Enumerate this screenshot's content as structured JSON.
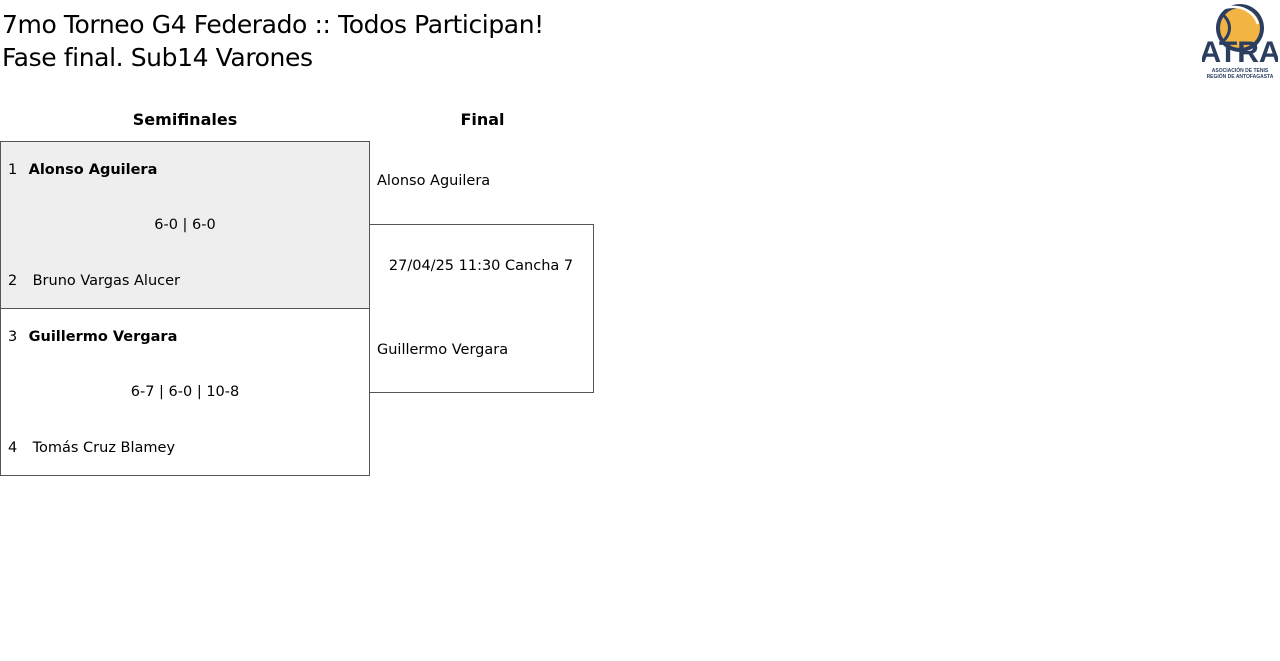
{
  "header": {
    "title_line1": "7mo Torneo G4 Federado :: Todos Participan!",
    "title_line2": "Fase final. Sub14 Varones"
  },
  "logo": {
    "text": "ATRA",
    "subtext_line1": "ASOCIACIÓN DE TENIS",
    "subtext_line2": "REGIÓN DE ANTOFAGASTA",
    "navy": "#2b3e5f",
    "gold": "#f2b544"
  },
  "rounds": {
    "semis_label": "Semifinales",
    "final_label": "Final"
  },
  "semis": [
    {
      "top": {
        "seed": "1",
        "name": "Alonso Aguilera",
        "winner": true
      },
      "score": "6-0 | 6-0",
      "bottom": {
        "seed": "2",
        "name": "Bruno Vargas Alucer",
        "winner": false
      }
    },
    {
      "top": {
        "seed": "3",
        "name": "Guillermo Vergara",
        "winner": true
      },
      "score": "6-7 | 6-0 | 10-8",
      "bottom": {
        "seed": "4",
        "name": "Tomás Cruz Blamey",
        "winner": false
      }
    }
  ],
  "final": {
    "top_name": "Alonso Aguilera",
    "info": "27/04/25 11:30 Cancha 7",
    "bottom_name": "Guillermo Vergara"
  },
  "colors": {
    "highlight_bg": "#eeeeee",
    "border": "#555555"
  }
}
